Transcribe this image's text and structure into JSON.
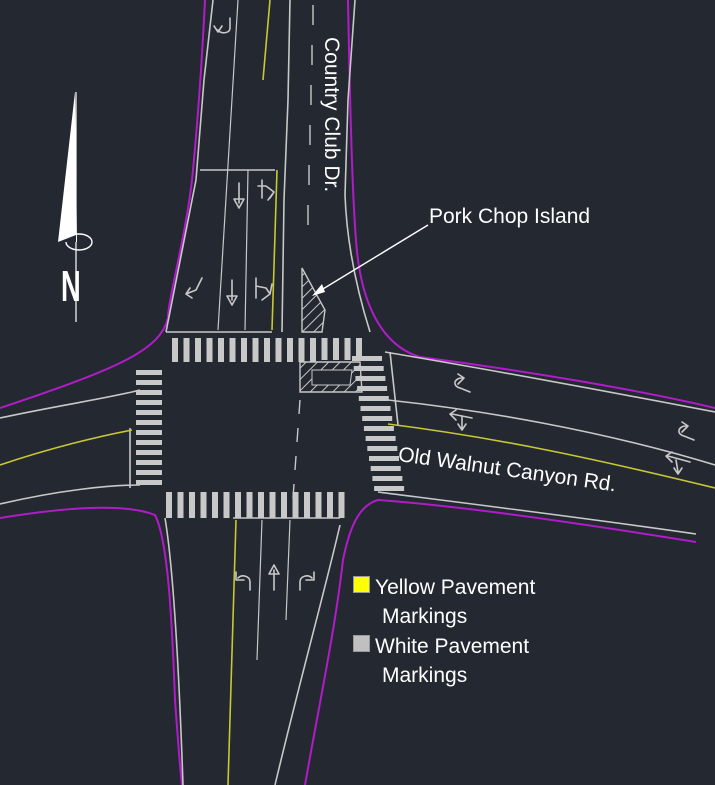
{
  "labels": {
    "country_club": "Country Club Dr.",
    "old_walnut": "Old Walnut Canyon Rd.",
    "pork_chop": "Pork Chop Island",
    "north": "N"
  },
  "legend": {
    "yellow_line1": "Yellow Pavement",
    "yellow_line2": "Markings",
    "white_line1": "White Pavement",
    "white_line2": "Markings"
  },
  "colors": {
    "background": "#232831",
    "right_of_way": "#b01cc8",
    "yellow_marking": "#c8c832",
    "white_marking": "#c8c8c8",
    "yellow_swatch": "#ffff00",
    "white_swatch": "#c0c0c0",
    "text": "#ffffff"
  },
  "icons": {
    "north_arrow": "north-arrow-icon",
    "lane_arrows": [
      "left-turn-arrow-icon",
      "through-arrow-icon",
      "right-turn-arrow-icon",
      "u-turn-arrow-icon"
    ]
  }
}
